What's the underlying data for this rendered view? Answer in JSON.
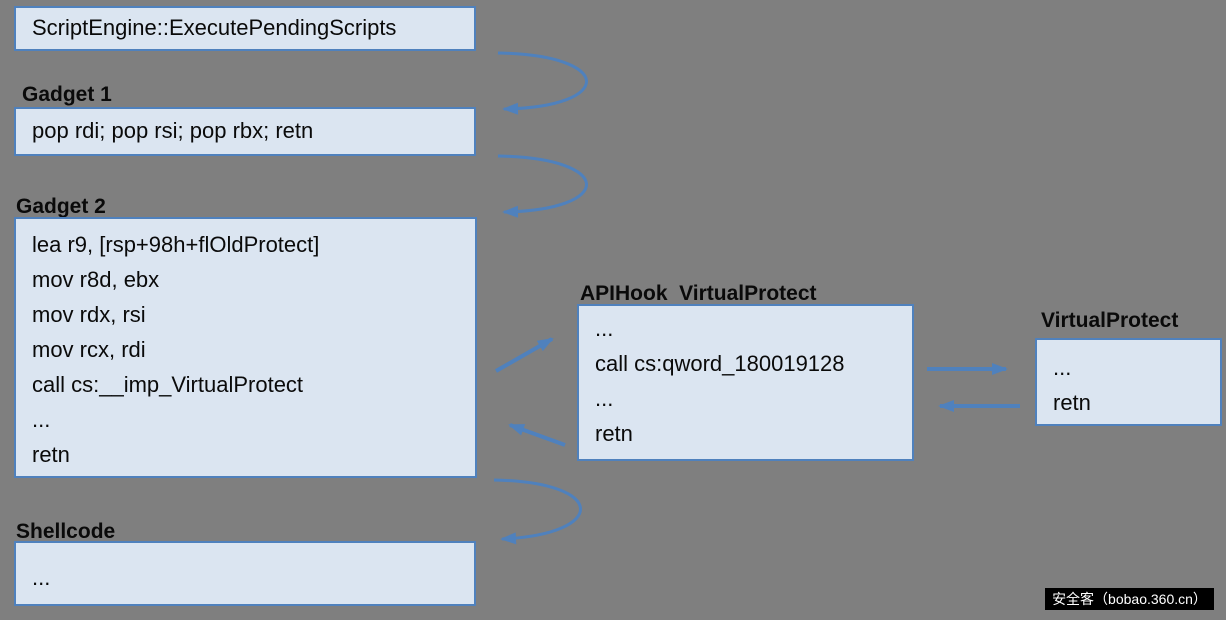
{
  "diagram": {
    "title_context": "ROP chain flow through API hook to VirtualProtect",
    "boxes": [
      {
        "id": "scriptengine",
        "label": "",
        "lines": [
          "ScriptEngine::ExecutePendingScripts"
        ]
      },
      {
        "id": "gadget1",
        "label": "Gadget 1",
        "lines": [
          "pop rdi; pop rsi; pop rbx; retn"
        ]
      },
      {
        "id": "gadget2",
        "label": "Gadget 2",
        "lines": [
          "lea r9, [rsp+98h+flOldProtect]",
          "mov r8d, ebx",
          "mov rdx, rsi",
          "mov rcx, rdi",
          "call cs:__imp_VirtualProtect",
          "...",
          "retn"
        ]
      },
      {
        "id": "apihook",
        "label": "APIHook  VirtualProtect",
        "lines": [
          "...",
          "call cs:qword_180019128",
          "...",
          "retn"
        ]
      },
      {
        "id": "virtualprotect",
        "label": "VirtualProtect",
        "lines": [
          "...",
          "retn"
        ]
      },
      {
        "id": "shellcode",
        "label": "Shellcode",
        "lines": [
          "..."
        ]
      }
    ],
    "arrows": [
      {
        "from": "scriptengine",
        "to": "gadget1",
        "shape": "curved-left-open"
      },
      {
        "from": "gadget1",
        "to": "gadget2",
        "shape": "curved-left-open"
      },
      {
        "from": "gadget2",
        "to": "apihook",
        "shape": "straight-diagonal-up"
      },
      {
        "from": "apihook",
        "to": "gadget2",
        "shape": "straight-diagonal-down"
      },
      {
        "from": "apihook",
        "to": "virtualprotect",
        "shape": "straight-right"
      },
      {
        "from": "virtualprotect",
        "to": "apihook",
        "shape": "straight-left"
      },
      {
        "from": "gadget2",
        "to": "shellcode",
        "shape": "curved-left-open"
      }
    ],
    "watermark": {
      "text": "安全客（bobao.360.cn）"
    },
    "colors": {
      "background": "#7f7f7f",
      "box_fill": "#dbe5f1",
      "box_border": "#4f81bd",
      "arrow": "#4f81bd",
      "text": "#0a0a0a",
      "watermark_bg": "#000000",
      "watermark_text": "#ffffff"
    }
  }
}
